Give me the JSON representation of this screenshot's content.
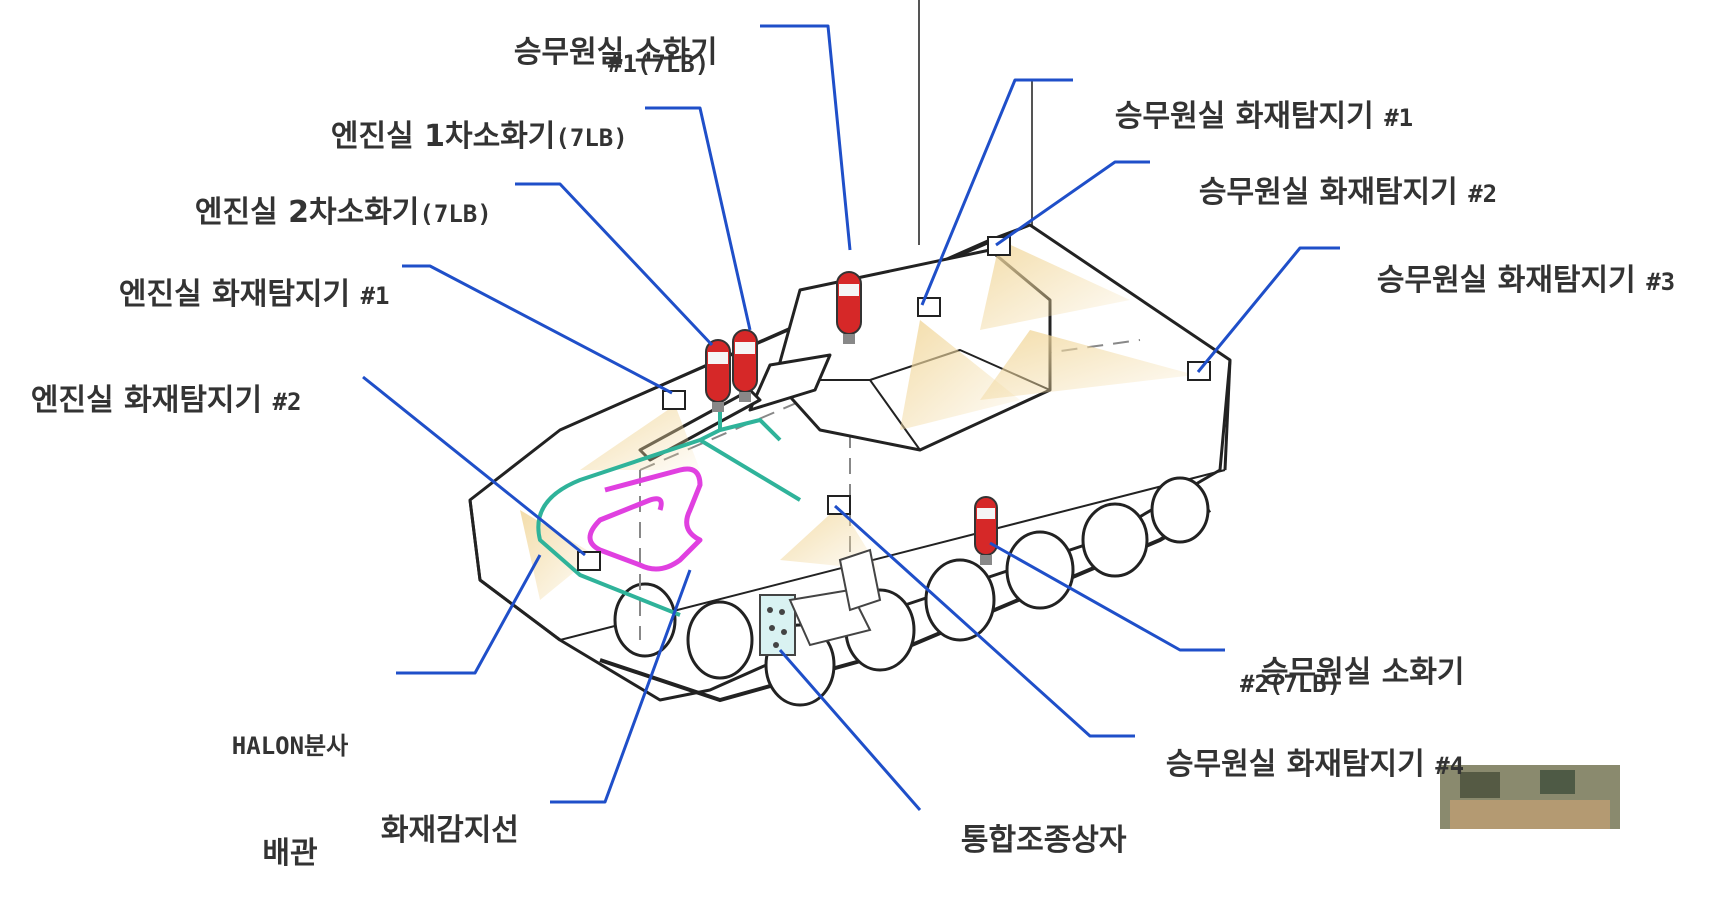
{
  "labels": {
    "crew_extinguisher_1": {
      "title": "승무원실 소화기",
      "spec": "#1(7LB)"
    },
    "engine_extinguisher_1": {
      "title": "엔진실 1차소화기",
      "spec": "(7LB)"
    },
    "engine_extinguisher_2": {
      "title": "엔진실 2차소화기",
      "spec": "(7LB)"
    },
    "engine_detector_1": {
      "title": "엔진실 화재탐지기",
      "num": "#1"
    },
    "engine_detector_2": {
      "title": "엔진실 화재탐지기",
      "num": "#2"
    },
    "crew_detector_1": {
      "title": "승무원실 화재탐지기",
      "num": "#1"
    },
    "crew_detector_2": {
      "title": "승무원실 화재탐지기",
      "num": "#2"
    },
    "crew_detector_3": {
      "title": "승무원실 화재탐지기",
      "num": "#3"
    },
    "crew_detector_4": {
      "title": "승무원실 화재탐지기",
      "num": "#4"
    },
    "crew_extinguisher_2": {
      "title": "승무원실 소화기",
      "spec": "#2(7LB)"
    },
    "halon_pipe": {
      "line1": "HALON분사",
      "line2": "배관"
    },
    "fire_sensor_wire": {
      "title": "화재감지선"
    },
    "control_box": {
      "title": "통합조종상자"
    }
  },
  "colors": {
    "leader": "#1f4fc9",
    "halon_pipe": "#2fb39a",
    "sensor_wire": "#e040e0",
    "extinguisher": "#d62828",
    "detection_cone": "#f2d9a0",
    "outline": "#222222"
  }
}
